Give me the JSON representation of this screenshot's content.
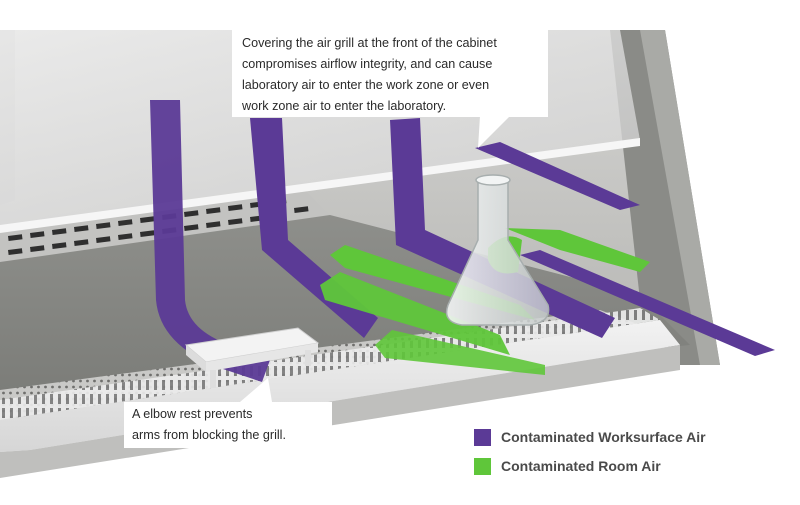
{
  "top_callout": {
    "lines": [
      "Covering the air grill at the front of the cabinet",
      "compromises airflow integrity, and can cause",
      "laboratory air to enter the work zone or even",
      "work zone air to enter the laboratory."
    ]
  },
  "bottom_callout": {
    "lines": [
      "A        elbow rest prevents",
      "arms from blocking the grill."
    ]
  },
  "legend": {
    "items": [
      {
        "label": "Contaminated Worksurface Air",
        "color": "#5b3a96"
      },
      {
        "label": "Contaminated Room Air",
        "color": "#5fc63a"
      }
    ]
  },
  "colors": {
    "purple_flow": "#5b3a96",
    "green_flow": "#5fc63a",
    "cabinet_grey": "#9a9a98",
    "sash_glass": "#dcdcdc"
  }
}
